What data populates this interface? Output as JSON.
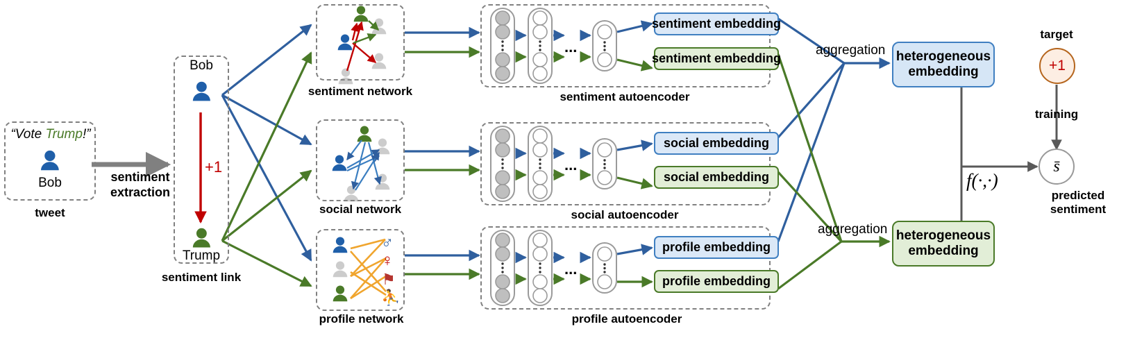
{
  "diagram": {
    "title": "heterogeneous network embedding for sentiment prediction",
    "colors": {
      "blue_user": "#1f5fa9",
      "green_user": "#4a7a28",
      "grey_user": "#cccccc",
      "blue_arrow": "#2f5f9e",
      "green_arrow": "#4a7a28",
      "red_arrow": "#c00000",
      "orange_link": "#f0a52e",
      "grey_arrow": "#808080",
      "dash_border": "#808080",
      "target_fill": "#fdeee3",
      "target_border": "#b5651d"
    }
  },
  "tweet": {
    "quote_open": "“Vote ",
    "quote_entity": "Trump",
    "quote_close": "!”",
    "user_label": "Bob",
    "caption": "tweet"
  },
  "extraction": {
    "label_line1": "sentiment",
    "label_line2": "extraction"
  },
  "sentiment_link": {
    "source_user": "Bob",
    "target_user": "Trump",
    "edge_value": "+1",
    "caption": "sentiment link"
  },
  "networks": [
    {
      "id": "sentiment-network",
      "caption": "sentiment network"
    },
    {
      "id": "social-network",
      "caption": "social network"
    },
    {
      "id": "profile-network",
      "caption": "profile network"
    }
  ],
  "autoencoders": [
    {
      "id": "sentiment-autoencoder",
      "caption": "sentiment autoencoder",
      "ellipsis": "...",
      "embeddings": [
        {
          "label": "sentiment embedding",
          "color": "blue"
        },
        {
          "label": "sentiment embedding",
          "color": "green"
        }
      ]
    },
    {
      "id": "social-autoencoder",
      "caption": "social autoencoder",
      "ellipsis": "...",
      "embeddings": [
        {
          "label": "social embedding",
          "color": "blue"
        },
        {
          "label": "social embedding",
          "color": "green"
        }
      ]
    },
    {
      "id": "profile-autoencoder",
      "caption": "profile autoencoder",
      "ellipsis": "...",
      "embeddings": [
        {
          "label": "profile embedding",
          "color": "blue"
        },
        {
          "label": "profile embedding",
          "color": "green"
        }
      ]
    }
  ],
  "aggregation": {
    "top_label": "aggregation",
    "bottom_label": "aggregation"
  },
  "hetero_embeddings": [
    {
      "line1": "heterogeneous",
      "line2": "embedding",
      "color": "blue"
    },
    {
      "line1": "heterogeneous",
      "line2": "embedding",
      "color": "green"
    }
  ],
  "prediction": {
    "target_caption": "target",
    "target_value": "+1",
    "training_label": "training",
    "function_label": "f(·,·)",
    "predicted_symbol": "s̄",
    "predicted_caption_line1": "predicted",
    "predicted_caption_line2": "sentiment"
  },
  "profile_attributes": [
    {
      "name": "male-gender-icon",
      "glyph": "♂"
    },
    {
      "name": "female-gender-icon",
      "glyph": "♀"
    },
    {
      "name": "usa-flag-icon",
      "glyph": "⚑"
    },
    {
      "name": "sports-icon",
      "glyph": "⛹"
    }
  ]
}
